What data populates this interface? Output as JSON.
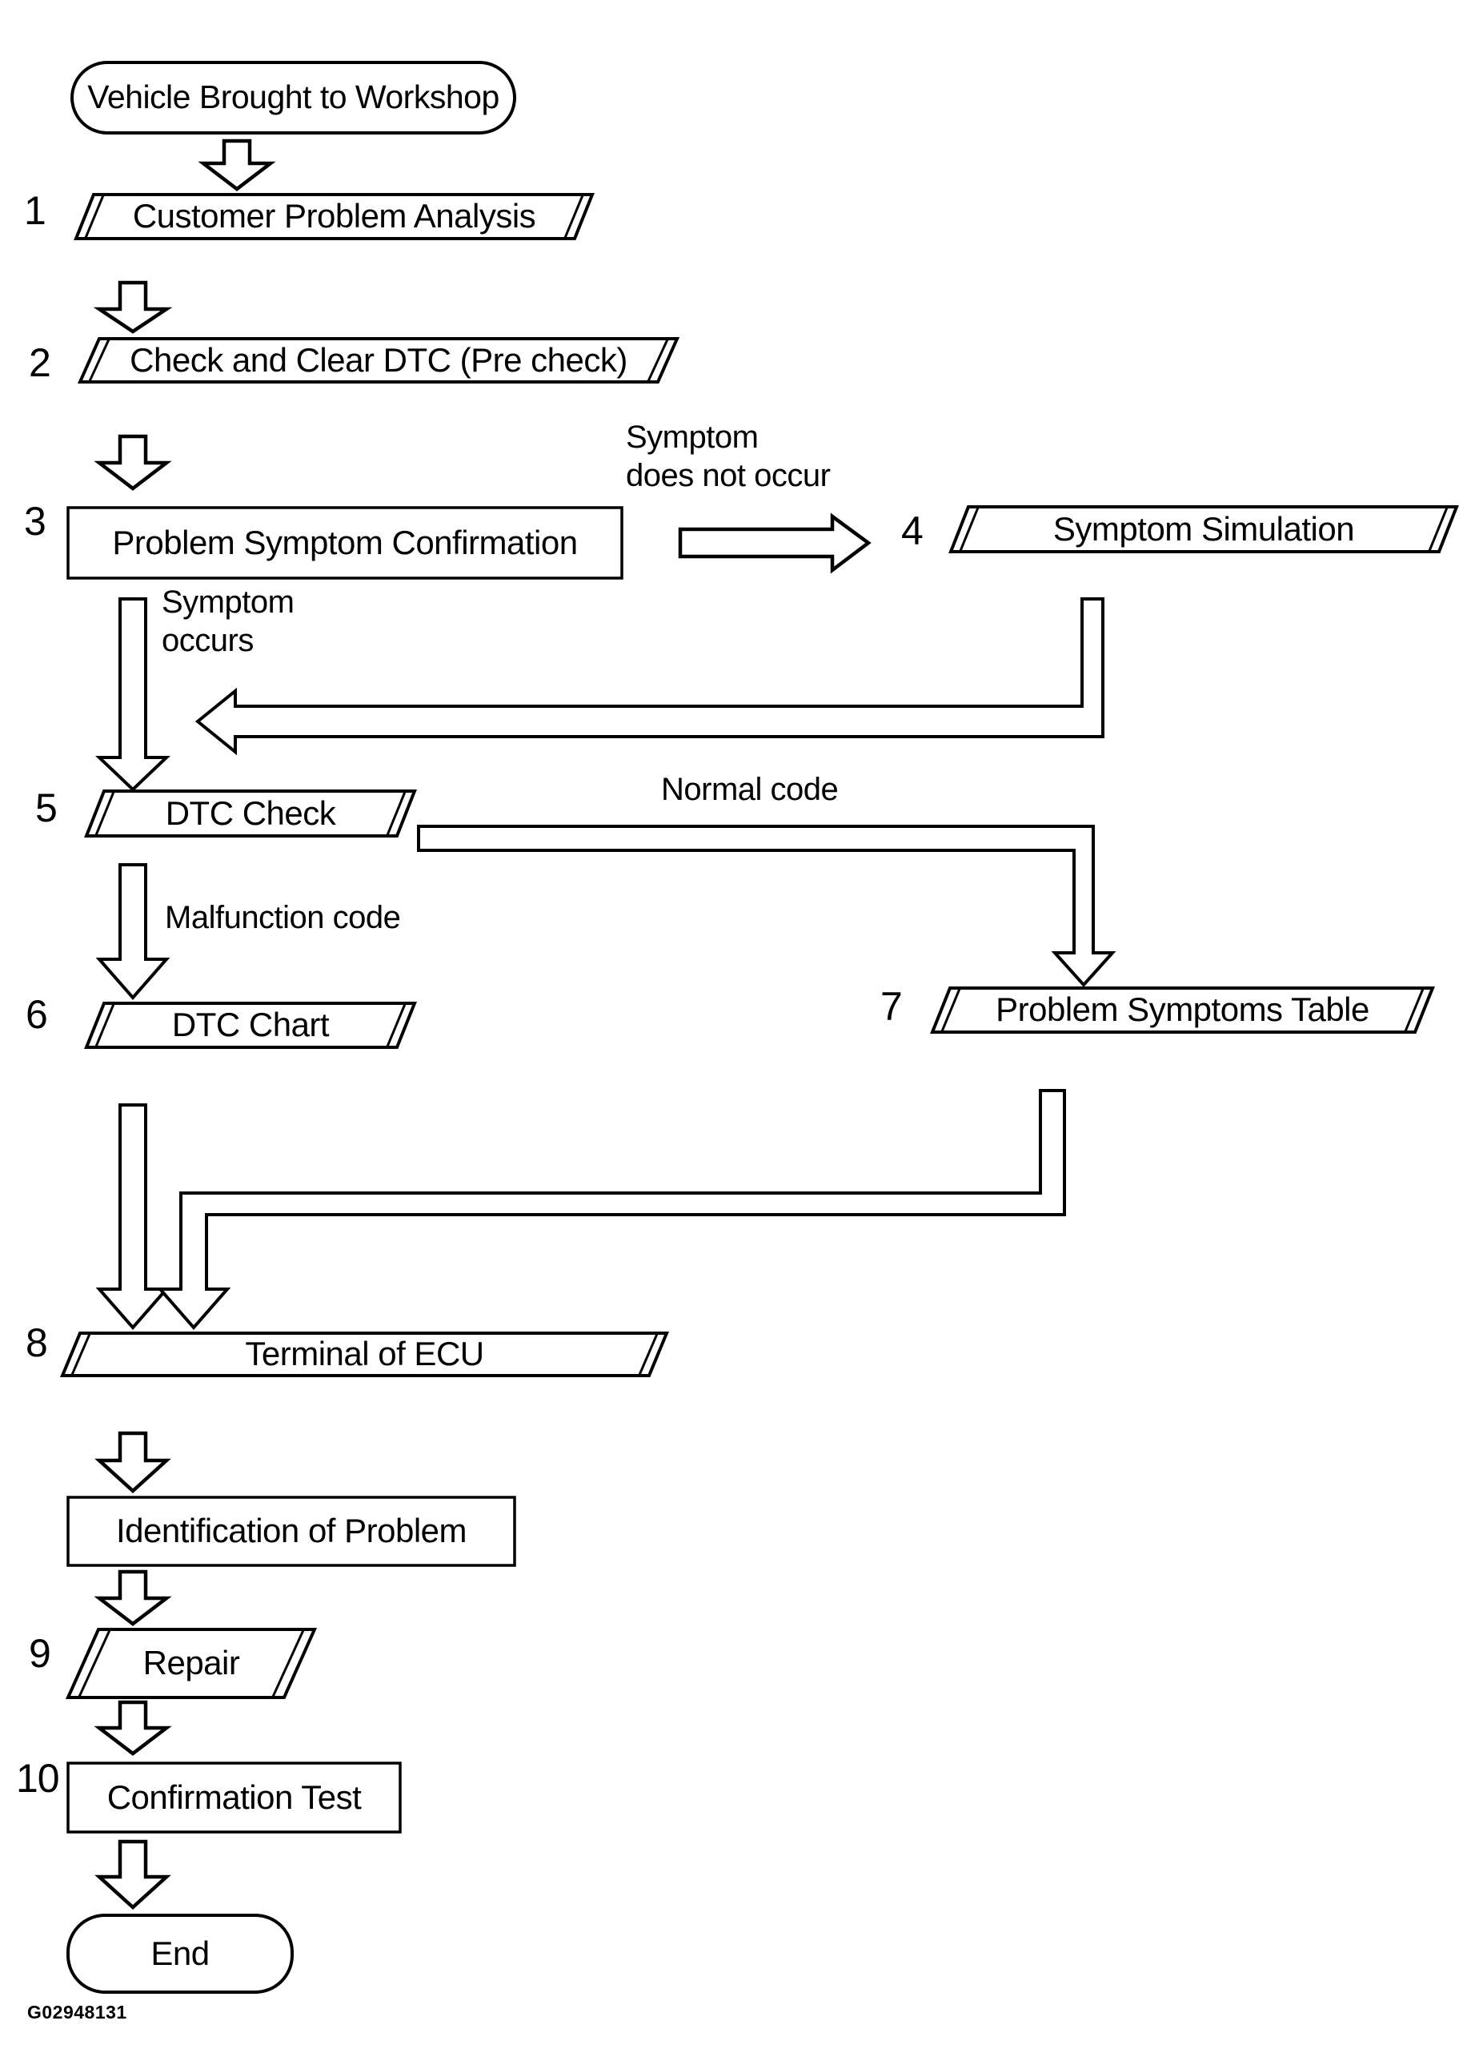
{
  "meta": {
    "figure_id": "G02948131",
    "ink_color": "#000000",
    "paper_color": "#ffffff"
  },
  "nodes": {
    "start": {
      "label": "Vehicle Brought to Workshop"
    },
    "step1": {
      "num": "1",
      "label": "Customer Problem Analysis"
    },
    "step2": {
      "num": "2",
      "label": "Check and Clear DTC (Pre check)"
    },
    "step3": {
      "num": "3",
      "label": "Problem Symptom Confirmation"
    },
    "step4": {
      "num": "4",
      "label": "Symptom Simulation"
    },
    "step5": {
      "num": "5",
      "label": "DTC Check"
    },
    "step6": {
      "num": "6",
      "label": "DTC Chart"
    },
    "step7": {
      "num": "7",
      "label": "Problem Symptoms Table"
    },
    "step8": {
      "num": "8",
      "label": "Terminal of ECU"
    },
    "identify": {
      "label": "Identification of Problem"
    },
    "step9": {
      "num": "9",
      "label": "Repair"
    },
    "step10": {
      "num": "10",
      "label": "Confirmation Test"
    },
    "end": {
      "label": "End"
    }
  },
  "edges": {
    "symptom_does_not_occur": "Symptom\ndoes not occur",
    "symptom_occurs": "Symptom\noccurs",
    "normal_code": "Normal code",
    "malfunction_code": "Malfunction code"
  }
}
